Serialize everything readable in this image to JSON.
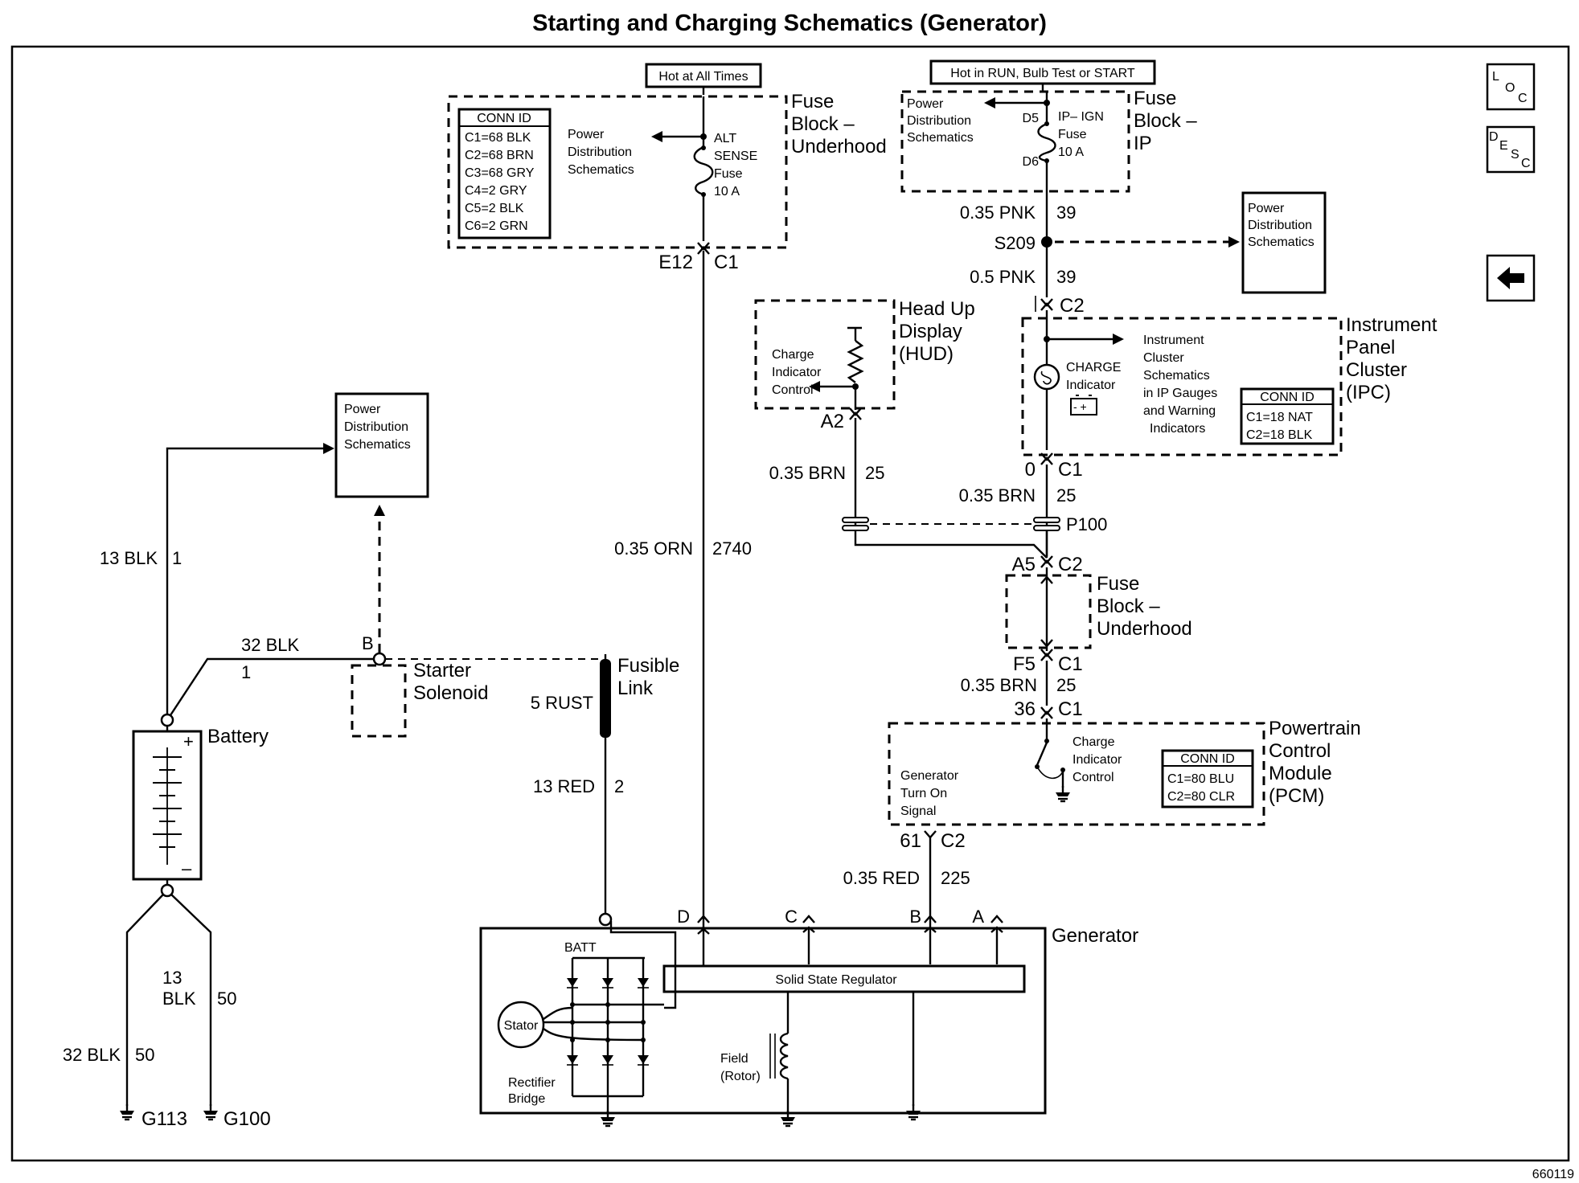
{
  "title": "Starting and Charging Schematics (Generator)",
  "figure_id": "660119",
  "side_icons": {
    "loc": [
      "L",
      "O",
      "C"
    ],
    "desc": [
      "D",
      "E",
      "S",
      "C"
    ],
    "back": "back-arrow-icon"
  },
  "hot_labels": {
    "all_times": "Hot at All Times",
    "run": "Hot in RUN, Bulb Test or START"
  },
  "pds": [
    "Power",
    "Distribution",
    "Schematics"
  ],
  "fuse_block_underhood": {
    "name": [
      "Fuse",
      "Block –",
      "Underhood"
    ],
    "conn_id": {
      "title": "CONN ID",
      "rows": [
        "C1=68 BLK",
        "C2=68 BRN",
        "C3=68 GRY",
        "C4=2 GRY",
        "C5=2 BLK",
        "C6=2 GRN"
      ]
    },
    "fuse": [
      "ALT",
      "SENSE",
      "Fuse",
      "10 A"
    ],
    "pins": {
      "left": "E12",
      "right": "C1"
    }
  },
  "fuse_block_ip": {
    "name": [
      "Fuse",
      "Block –",
      "IP"
    ],
    "pin_in": "D5",
    "pin_out": "D6",
    "fuse": [
      "IP– IGN",
      "Fuse",
      "10 A"
    ]
  },
  "s209": {
    "label": "S209",
    "wire_top": [
      "0.35 PNK",
      "39"
    ],
    "wire_bottom": [
      "0.5 PNK",
      "39"
    ]
  },
  "ipc": {
    "pin_top": "C2",
    "name": [
      "Instrument",
      "Panel",
      "Cluster",
      "(IPC)"
    ],
    "indicator": [
      "CHARGE",
      "Indicator"
    ],
    "ref": [
      "Instrument",
      "Cluster",
      "Schematics",
      "in IP Gauges",
      "and Warning",
      "Indicators"
    ],
    "conn_id": {
      "title": "CONN ID",
      "rows": [
        "C1=18 NAT",
        "C2=18 BLK"
      ]
    },
    "pins_bottom": {
      "left": "0",
      "right": "C1"
    }
  },
  "hud": {
    "name": [
      "Head Up",
      "Display",
      "(HUD)"
    ],
    "control": [
      "Charge",
      "Indicator",
      "Control"
    ],
    "pin": "A2",
    "wire": [
      "0.35 BRN",
      "25"
    ]
  },
  "p100": {
    "label": "P100",
    "wire": [
      "0.35 BRN",
      "25"
    ]
  },
  "fuse_block_underhood2": {
    "pins_top": {
      "left": "A5",
      "right": "C2"
    },
    "name": [
      "Fuse",
      "Block –",
      "Underhood"
    ],
    "pins_bottom": {
      "left": "F5",
      "right": "C1"
    },
    "wire": [
      "0.35 BRN",
      "25"
    ]
  },
  "pcm": {
    "pins_top": {
      "left": "36",
      "right": "C1"
    },
    "name": [
      "Powertrain",
      "Control",
      "Module",
      "(PCM)"
    ],
    "control": [
      "Charge",
      "Indicator",
      "Control"
    ],
    "signal": [
      "Generator",
      "Turn On",
      "Signal"
    ],
    "conn_id": {
      "title": "CONN ID",
      "rows": [
        "C1=80 BLU",
        "C2=80 CLR"
      ]
    },
    "pins_bottom": {
      "left": "61",
      "right": "C2"
    },
    "wire": [
      "0.35 RED",
      "225"
    ]
  },
  "sense_wire": [
    "0.35 ORN",
    "2740"
  ],
  "battery": {
    "label": "Battery",
    "plus": "+",
    "minus": "–",
    "wire_top": [
      "13 BLK",
      "1"
    ],
    "wire_starter": [
      "32 BLK",
      "1"
    ],
    "ground_left": [
      "32 BLK",
      "50"
    ],
    "ground_right": [
      "13",
      "BLK",
      "50"
    ],
    "grounds": [
      "G113",
      "G100"
    ]
  },
  "starter": {
    "terminal": "B",
    "name": [
      "Starter",
      "Solenoid"
    ]
  },
  "fusible_link": {
    "name": [
      "Fusible",
      "Link"
    ],
    "wire_top": "5 RUST",
    "wire_bottom": [
      "13 RED",
      "2"
    ]
  },
  "generator": {
    "name": "Generator",
    "terminals": [
      "D",
      "C",
      "B",
      "A"
    ],
    "batt": "BATT",
    "stator": "Stator",
    "rectifier": [
      "Rectifier",
      "Bridge"
    ],
    "regulator": "Solid State Regulator",
    "field": [
      "Field",
      "(Rotor)"
    ]
  }
}
